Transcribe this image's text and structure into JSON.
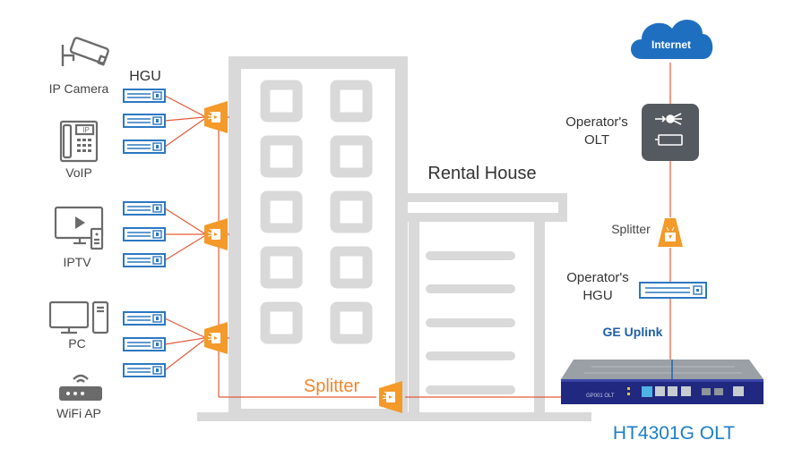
{
  "diagram": {
    "building_label": "Rental House",
    "hgu_header": "HGU",
    "devices": {
      "ip_camera": "IP Camera",
      "voip": "VoIP",
      "voip_screen": "IP",
      "iptv": "IPTV",
      "pc": "PC",
      "wifi_ap": "WiFi AP"
    },
    "main_splitter_label": "Splitter",
    "cloud_label": "Internet",
    "operator_olt_label_line1": "Operator's",
    "operator_olt_label_line2": "OLT",
    "right_splitter_label": "Splitter",
    "operator_hgu_label_line1": "Operator's",
    "operator_hgu_label_line2": "HGU",
    "uplink_label": "GE Uplink",
    "olt_name": "HT4301G OLT",
    "olt_panel_text": "GP001 OLT",
    "colors": {
      "cloud": "#1f6fc1",
      "olt_box": "#555a60",
      "link_line": "#e35a3b",
      "splitter": "#f39a2a",
      "accent_text": "#f0862a",
      "uplink_text": "#1f5fa8",
      "olt_name_text": "#1a7fc9",
      "hgu_blue": "#2b78c2",
      "building_gray": "#d9d9d9"
    }
  }
}
